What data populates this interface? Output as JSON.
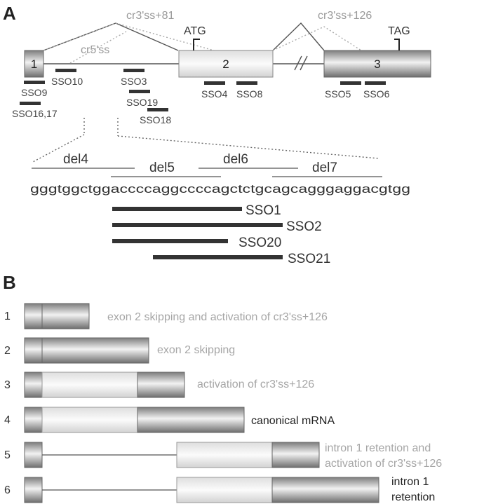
{
  "panel_a": {
    "label": "A",
    "exons": [
      "1",
      "2",
      "3"
    ],
    "splice_sites": {
      "cr3_81": "cr3'ss+81",
      "cr3_126": "cr3'ss+126",
      "cr5": "cr5'ss"
    },
    "codons": {
      "start": "ATG",
      "stop": "TAG"
    },
    "sso": {
      "sso9": "SSO9",
      "sso16_17": "SSO16,17",
      "sso10": "SSO10",
      "sso3": "SSO3",
      "sso19": "SSO19",
      "sso18": "SSO18",
      "sso4": "SSO4",
      "sso8": "SSO8",
      "sso5": "SSO5",
      "sso6": "SSO6"
    },
    "deletions": {
      "del4": "del4",
      "del5": "del5",
      "del6": "del6",
      "del7": "del7"
    },
    "sequence": "gggtggctggaccccaggccccagctctgcagcagggaggacgtgg",
    "oligos": {
      "sso1": "SSO1",
      "sso2": "SSO2",
      "sso20": "SSO20",
      "sso21": "SSO21"
    }
  },
  "panel_b": {
    "label": "B",
    "isoforms": [
      {
        "number": "1",
        "description": "exon 2 skipping and activation of cr3'ss+126",
        "color": "#a6a6a6"
      },
      {
        "number": "2",
        "description": "exon 2 skipping",
        "color": "#a6a6a6"
      },
      {
        "number": "3",
        "description": "activation of cr3'ss+126",
        "color": "#a6a6a6"
      },
      {
        "number": "4",
        "description": "canonical mRNA",
        "color": "#222222"
      },
      {
        "number": "5",
        "description_line1": "intron 1 retention and",
        "description_line2": "activation of cr3'ss+126",
        "color": "#a6a6a6"
      },
      {
        "number": "6",
        "description_line1": "intron 1",
        "description_line2": "retention",
        "color": "#222222"
      }
    ]
  }
}
